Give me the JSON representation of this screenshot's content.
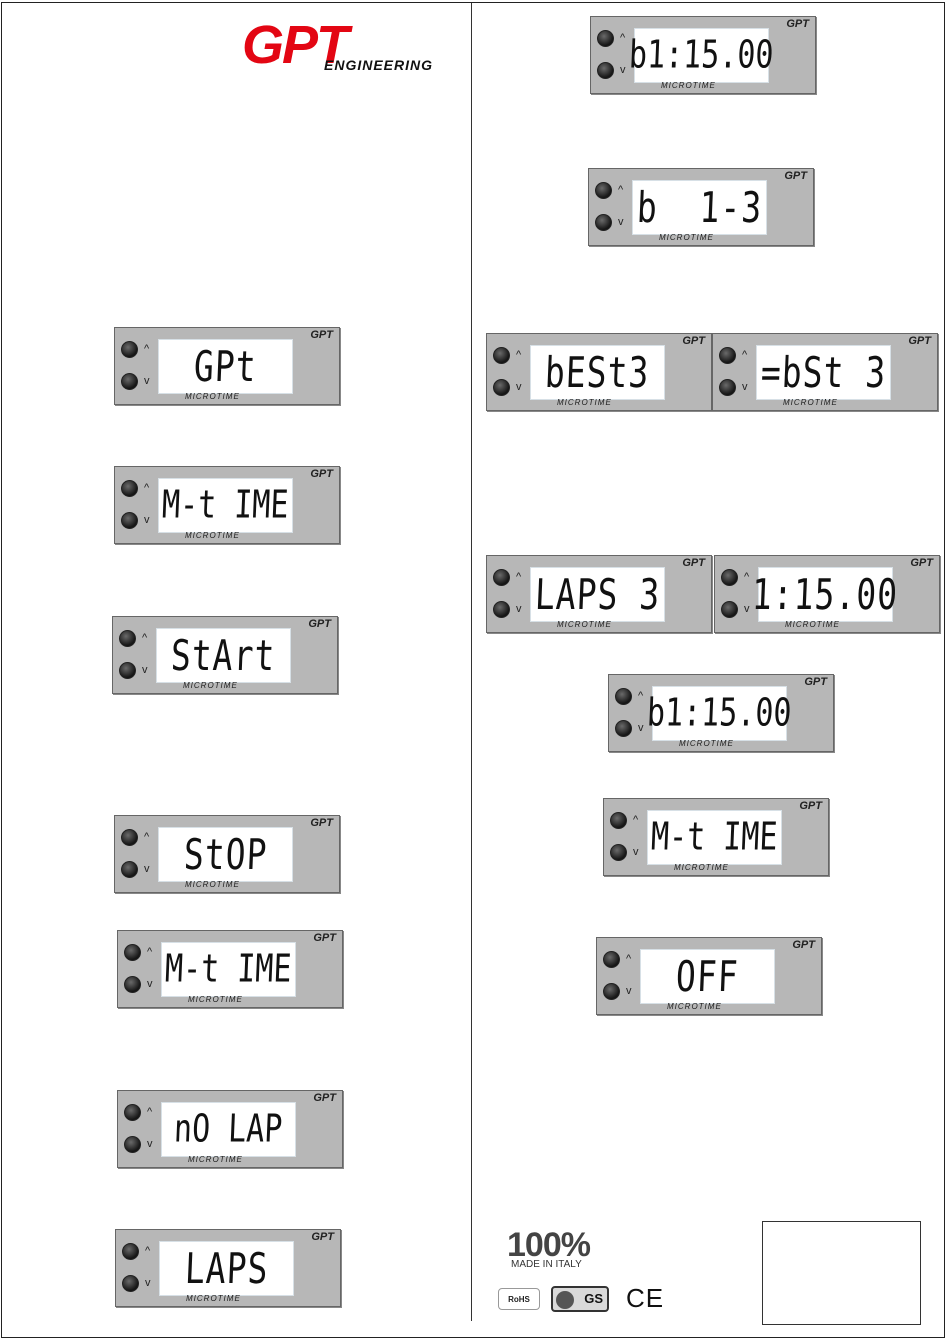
{
  "logo": {
    "brand": "GPT",
    "subtitle": "ENGINEERING"
  },
  "device_brand": "GPT",
  "device_model": "MICROTIME",
  "button_up_symbol": "^",
  "button_down_symbol": "v",
  "displays": [
    "GPt",
    "M-t IME",
    "StArt",
    "StOP",
    "M-t IME",
    "nO LAP",
    "LAPS",
    "b1:15.00",
    "b  1-3",
    "bESt3",
    "=bSt 3",
    "LAPS 3",
    "1:15.00",
    "b1:15.00",
    "M-t IME",
    "OFF"
  ],
  "made_in": {
    "percent": "100%",
    "text": "MADE IN ITALY"
  },
  "certifications": [
    "RoHS",
    "GS",
    "CE"
  ]
}
